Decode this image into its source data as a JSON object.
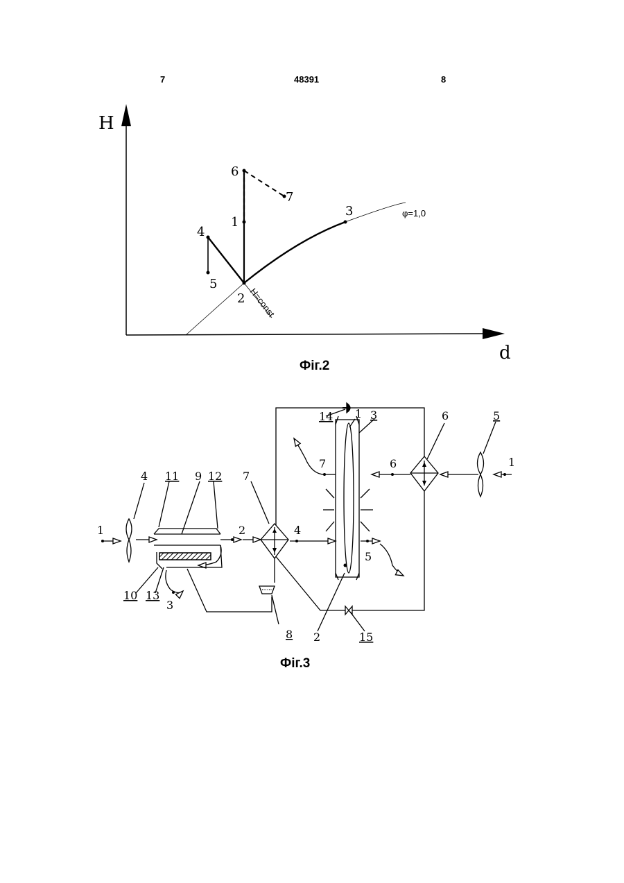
{
  "header": {
    "left_page": "7",
    "patent_number": "48391",
    "right_page": "8"
  },
  "fig2": {
    "caption": "Фіг.2",
    "axis_y": "H",
    "axis_x": "d",
    "curve_label": "φ=1,0",
    "line_label": "H=const",
    "points": {
      "p1": "1",
      "p2": "2",
      "p3": "3",
      "p4": "4",
      "p5": "5",
      "p6": "6",
      "p7": "7"
    }
  },
  "fig3": {
    "caption": "Фіг.3",
    "labels": {
      "in1_left": "1",
      "fan4": "4",
      "lbl11": "11",
      "lbl9": "9",
      "lbl12": "12",
      "lbl2_flow": "2",
      "lbl7_hx": "7",
      "lbl4_flow": "4",
      "lbl10": "10",
      "lbl13": "13",
      "lbl3_out": "3",
      "lbl8": "8",
      "lbl14": "14",
      "lbl1_tube": "1",
      "lbl3_tube": "3",
      "lbl6_hx": "6",
      "lbl5_fan": "5",
      "in1_right": "1",
      "lbl7_out": "7",
      "lbl6_flow": "6",
      "lbl5_out": "5",
      "lbl2_tube": "2",
      "lbl15": "15"
    }
  }
}
